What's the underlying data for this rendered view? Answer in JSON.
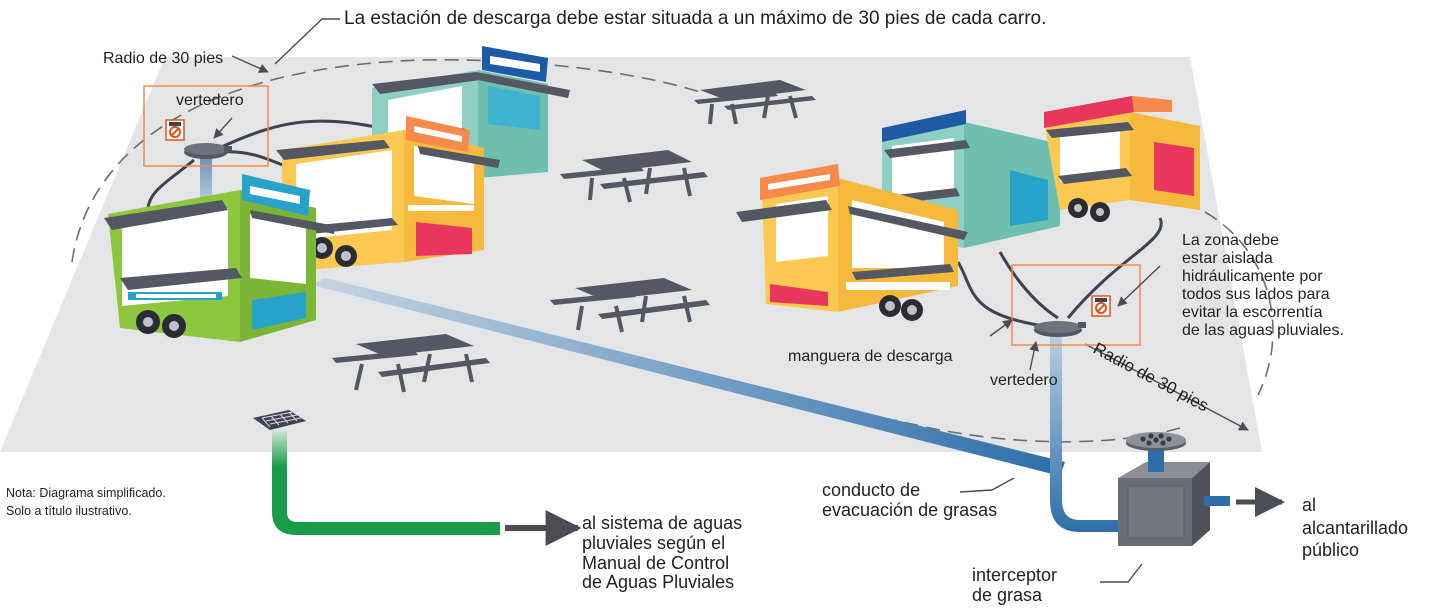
{
  "title": "La estación de descarga debe estar situada a un máximo de 30 pies de cada carro.",
  "labels": {
    "radius_left": "Radio de 30 pies",
    "radius_right": "Radio de 30 pies",
    "sink_left": "vertedero",
    "sink_right": "vertedero",
    "hose": "manguera de descarga",
    "zone_note": "La zona debe\nestar aislada\nhidráulicamente por\ntodos sus lados para\nevitar la escorrentía\nde las aguas pluviales.",
    "grease_pipe": "conducto de\nevacuación de grasas",
    "grease_interceptor": "interceptor\nde grasa",
    "storm_system": "al sistema de aguas\npluviales según el\nManual de Control\nde Aguas Pluviales",
    "public_sewer": "al\nalcantarillado\npúblico"
  },
  "note": "Nota: Diagrama simplificado.\nSolo a título ilustrativo.",
  "colors": {
    "ground": "#e4e5e7",
    "cart_green": "#8dc63f",
    "cart_teal": "#8ed1c4",
    "cart_yellow": "#fbc952",
    "accent_orange": "#f58a4b",
    "accent_blue": "#27a3c9",
    "accent_pink": "#e8365d",
    "awning": "#545862",
    "storm_pipe": "#199b48",
    "grease_pipe": "#2d6ea8",
    "zone_outline": "#f58a4b"
  }
}
